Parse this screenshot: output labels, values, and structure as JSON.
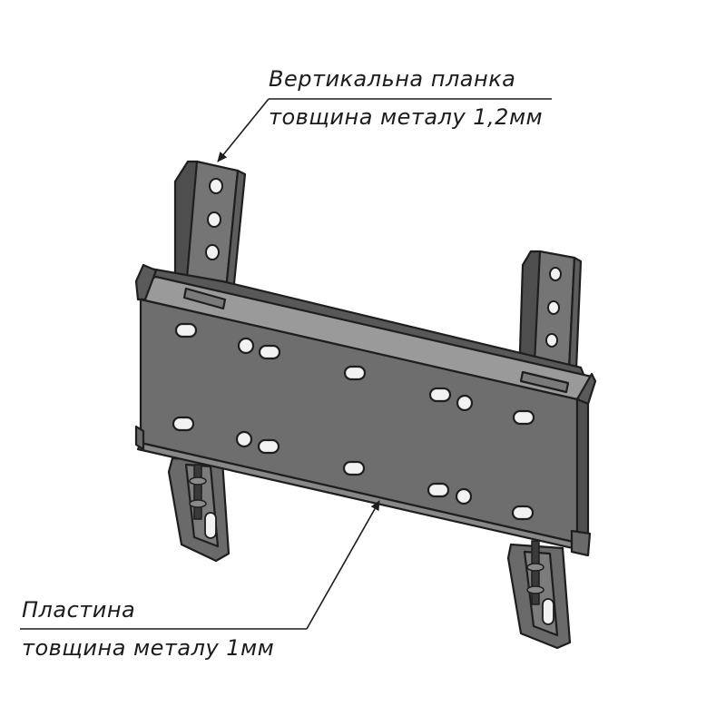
{
  "callouts": {
    "top": {
      "line1": "Вертикальна планка",
      "line2": "товщина металу 1,2мм"
    },
    "bottom": {
      "line1": "Пластина",
      "line2": "товщина металу 1мм"
    }
  },
  "colors": {
    "plate_front": "#6e6e6e",
    "plate_top": "#9a9a9a",
    "plate_back": "#585858",
    "strip": "#757575",
    "strip_side": "#4e4e4e",
    "hole": "#f2f2f2",
    "ink": "#1e1e1e"
  }
}
